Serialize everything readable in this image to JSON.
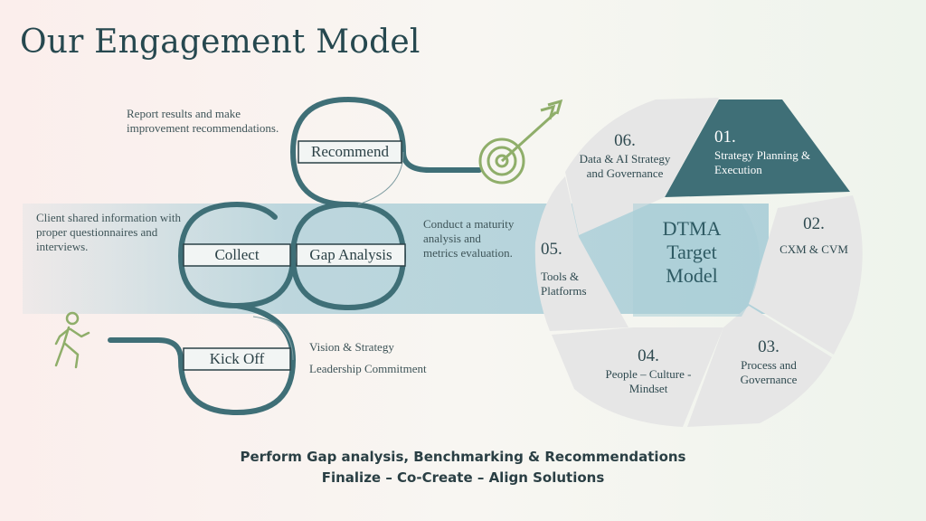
{
  "title": "Our Engagement Model",
  "steps": {
    "recommend": {
      "label": "Recommend",
      "note": "Report results and make improvement recommendations."
    },
    "collect": {
      "label": "Collect",
      "note": "Client shared information with proper questionnaires and interviews."
    },
    "gap_analysis": {
      "label": "Gap Analysis",
      "note": "Conduct a maturity analysis and metrics evaluation."
    },
    "kickoff": {
      "label": "Kick Off",
      "note_line1": "Vision & Strategy",
      "note_line2": "Leadership Commitment"
    }
  },
  "wheel": {
    "center": {
      "line1": "DTMA",
      "line2": "Target",
      "line3": "Model"
    },
    "segments": [
      {
        "num": "01.",
        "label": "Strategy Planning & Execution"
      },
      {
        "num": "02.",
        "label": "CXM & CVM"
      },
      {
        "num": "03.",
        "label": "Process and Governance"
      },
      {
        "num": "04.",
        "label": "People – Culture - Mindset"
      },
      {
        "num": "05.",
        "label": "Tools & Platforms"
      },
      {
        "num": "06.",
        "label": "Data & AI Strategy and Governance"
      }
    ]
  },
  "footer": {
    "line1": "Perform Gap analysis, Benchmarking & Recommendations",
    "line2": "Finalize – Co-Create – Align Solutions"
  },
  "icons": {
    "start": "walking-person-icon",
    "goal": "target-arrow-icon"
  },
  "colors": {
    "dark_teal": "#3f6f77",
    "band": "#a9cdd7",
    "segment": "#e5e5e5",
    "accent_green": "#8fae6a",
    "title": "#26484f"
  }
}
